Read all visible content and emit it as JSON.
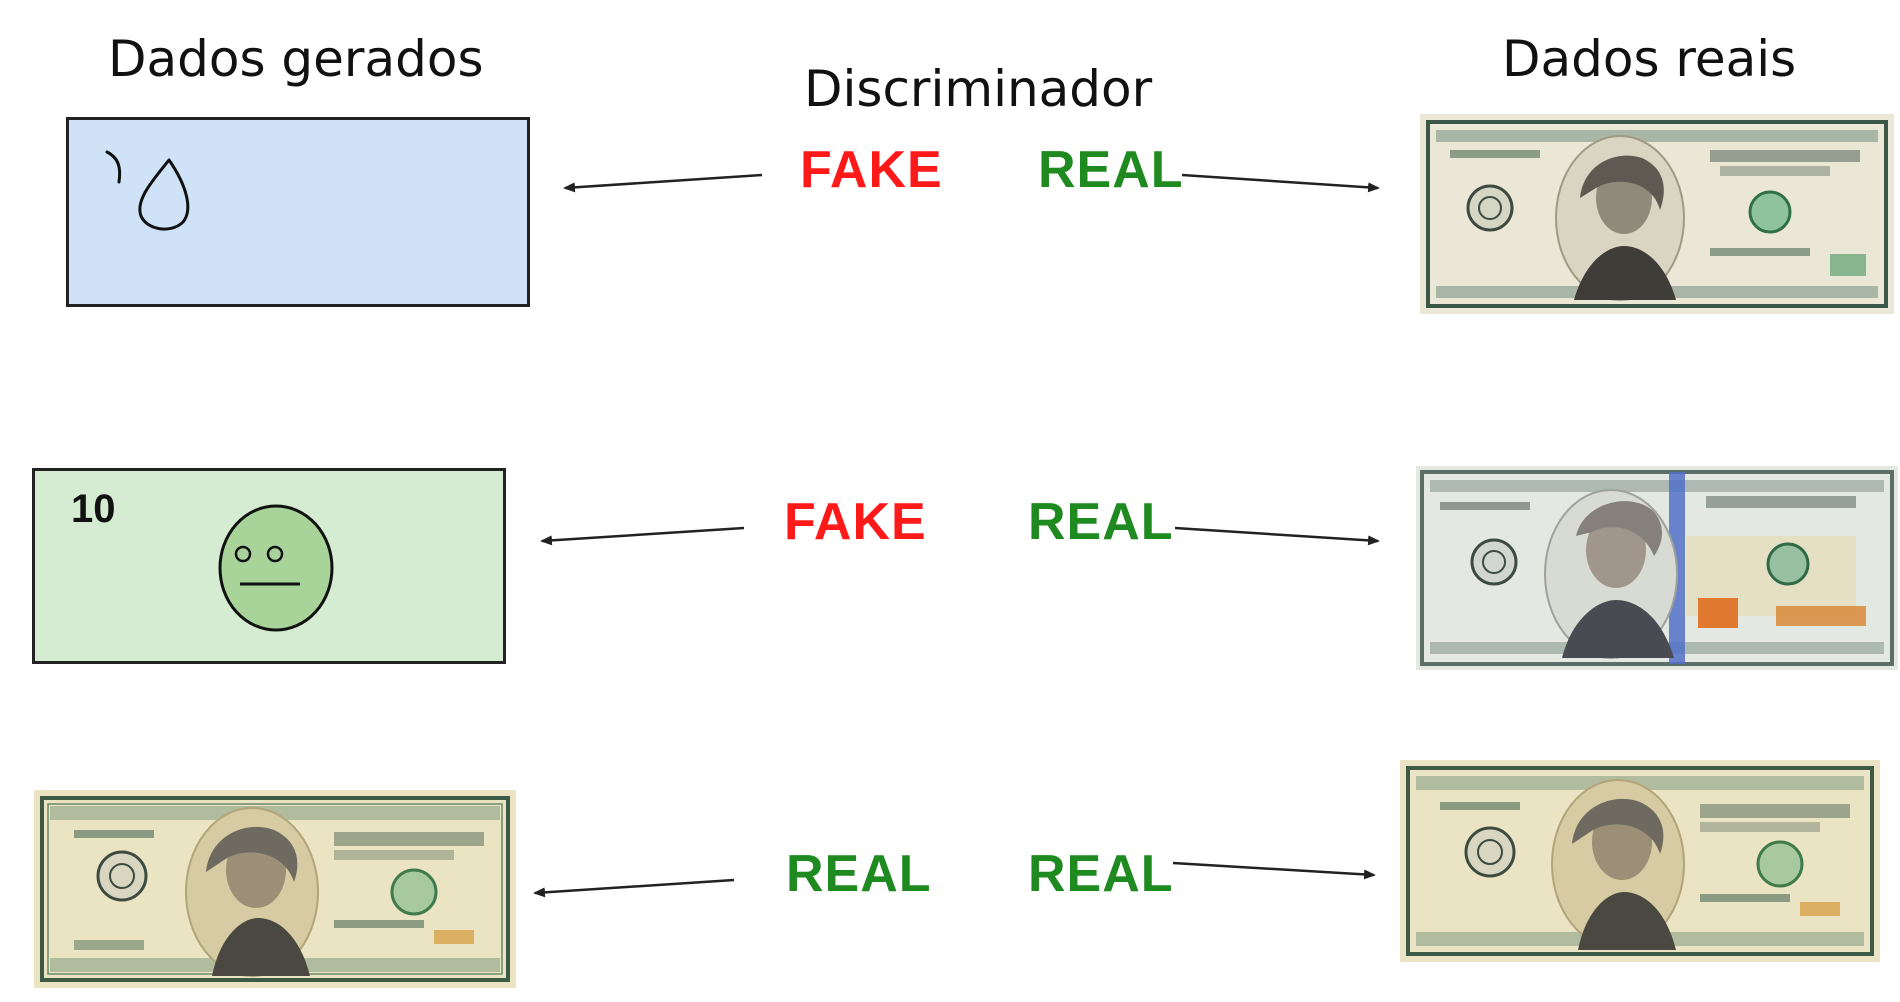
{
  "headers": {
    "generated": "Dados gerados",
    "discriminator": "Discriminador",
    "real_data": "Dados reais"
  },
  "colors": {
    "fake": "#ff1a1a",
    "real": "#1f8a1f",
    "box1_fill": "#cfe2f7",
    "box2_fill": "#d6ecd2",
    "face_fill": "#a8d49a",
    "bill_paper": "#e6e2cc",
    "bill_ink": "#2f4a38"
  },
  "rows": [
    {
      "generated_kind": "blue-sketch-note",
      "left_verdict": "FAKE",
      "right_verdict": "REAL",
      "real_note": "ten-dollar-bill"
    },
    {
      "generated_kind": "green-sketch-note",
      "generated_denomination": "10",
      "left_verdict": "FAKE",
      "right_verdict": "REAL",
      "real_note": "hundred-dollar-bill"
    },
    {
      "generated_kind": "realistic-twenty-dollar-bill",
      "left_verdict": "REAL",
      "right_verdict": "REAL",
      "real_note": "twenty-dollar-bill"
    }
  ]
}
